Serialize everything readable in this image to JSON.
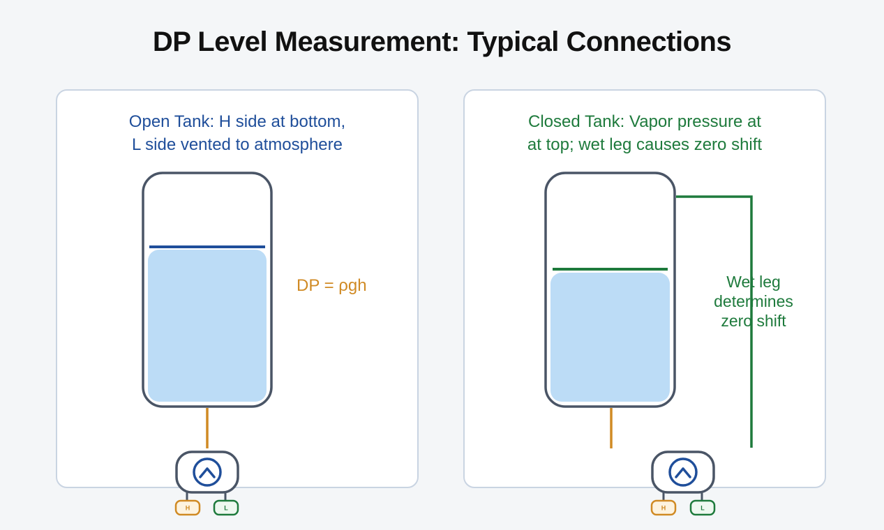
{
  "title": "DP Level Measurement: Typical Connections",
  "open_tank": {
    "heading_line1": "Open Tank: H side at bottom,",
    "heading_line2": "L side vented to atmosphere",
    "formula": "DP = ρgh",
    "port_h": "H",
    "port_l": "L"
  },
  "closed_tank": {
    "heading_line1": "Closed Tank: Vapor pressure at",
    "heading_line2": "at top; wet leg causes zero shift",
    "wet_leg_line1": "Wet leg",
    "wet_leg_line2": "determines",
    "wet_leg_line3": "zero shift",
    "port_h": "H",
    "port_l": "L"
  },
  "colors": {
    "open_accent": "#1f4e9a",
    "closed_accent": "#1e7a3c",
    "impulse_line": "#d08a24",
    "liquid": "#bcdcf6",
    "tank_outline": "#4a5566"
  }
}
